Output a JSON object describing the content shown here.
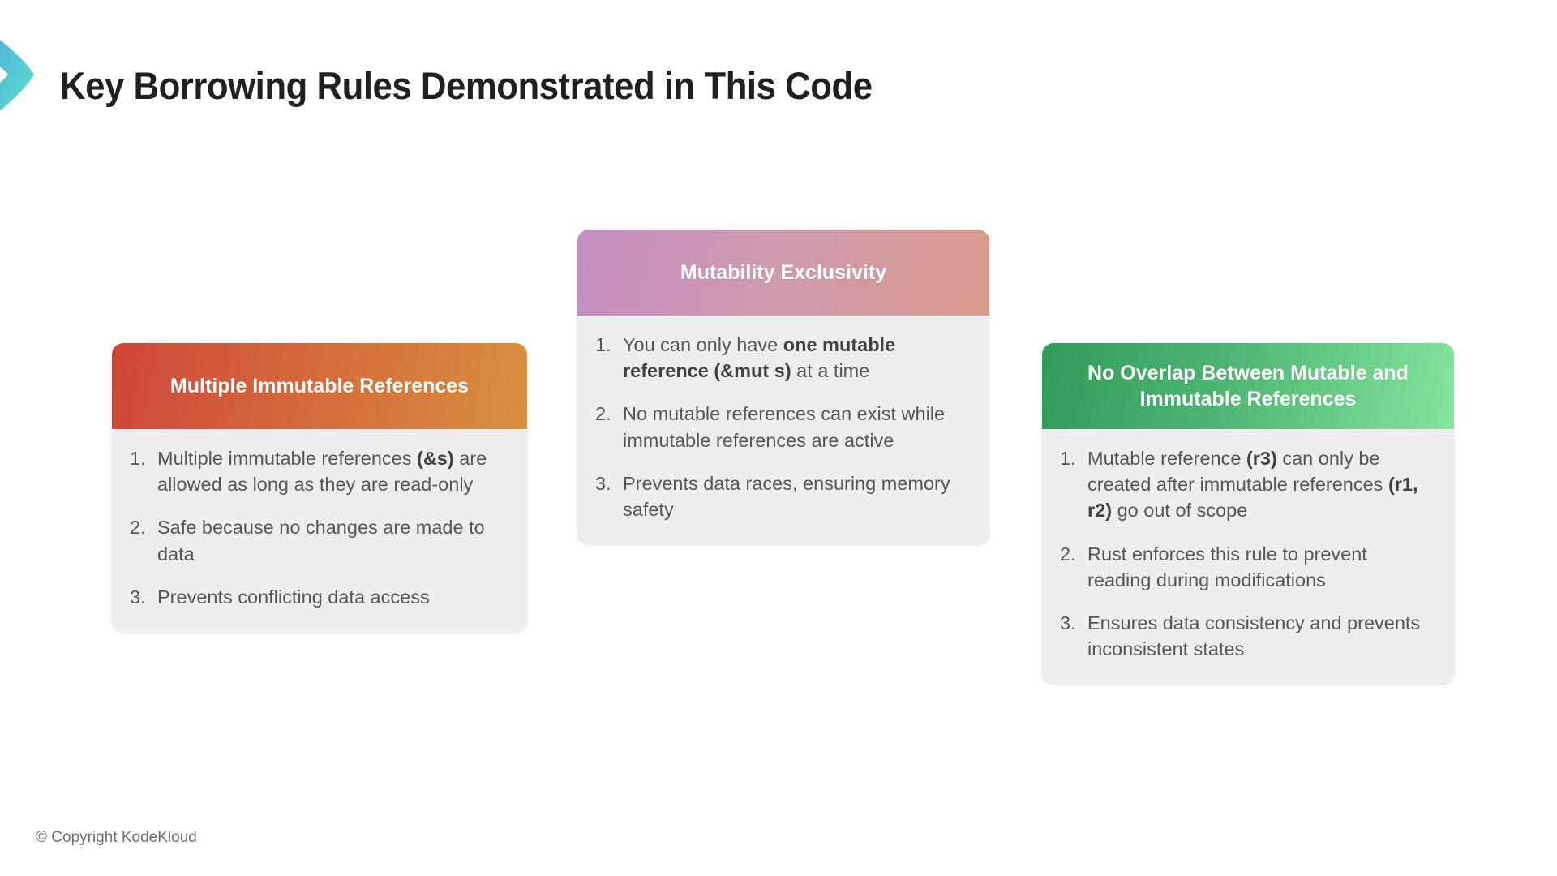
{
  "slide": {
    "title": "Key Borrowing Rules Demonstrated in This Code",
    "footer": "© Copyright KodeKloud",
    "background_color": "#ffffff",
    "logo_icon": "chevron-logo-icon",
    "logo_gradient_start": "#4fa8d8",
    "logo_gradient_end": "#5fded0"
  },
  "cards": [
    {
      "id": "immutable",
      "header": "Multiple Immutable References",
      "header_gradient_start": "#cf453b",
      "header_gradient_end": "#d9903f",
      "body_color": "#eeeeee",
      "items": [
        {
          "number": "1.",
          "parts": [
            {
              "text": "Multiple immutable references ",
              "bold": false
            },
            {
              "text": "(&s)",
              "bold": true
            },
            {
              "text": " are allowed as long as they are read-only",
              "bold": false
            }
          ]
        },
        {
          "number": "2.",
          "parts": [
            {
              "text": "Safe because no changes are made to data",
              "bold": false
            }
          ]
        },
        {
          "number": "3.",
          "parts": [
            {
              "text": "Prevents conflicting data access",
              "bold": false
            }
          ]
        }
      ]
    },
    {
      "id": "mutability",
      "header": "Mutability Exclusivity",
      "header_gradient_start": "#c58fc0",
      "header_gradient_end": "#d99b8b",
      "body_color": "#eeeeee",
      "items": [
        {
          "number": "1.",
          "parts": [
            {
              "text": "You can only have ",
              "bold": false
            },
            {
              "text": "one mutable reference (&mut s)",
              "bold": true
            },
            {
              "text": " at a time",
              "bold": false
            }
          ]
        },
        {
          "number": "2.",
          "parts": [
            {
              "text": "No mutable references can exist while immutable references are active",
              "bold": false
            }
          ]
        },
        {
          "number": "3.",
          "parts": [
            {
              "text": "Prevents data races, ensuring memory safety",
              "bold": false
            }
          ]
        }
      ]
    },
    {
      "id": "no-overlap",
      "header": "No Overlap Between Mutable and Immutable References",
      "header_gradient_start": "#2f9c57",
      "header_gradient_end": "#85e49e",
      "body_color": "#eeeeee",
      "items": [
        {
          "number": "1.",
          "parts": [
            {
              "text": "Mutable reference ",
              "bold": false
            },
            {
              "text": "(r3)",
              "bold": true
            },
            {
              "text": " can only be created after immutable references ",
              "bold": false
            },
            {
              "text": "(r1, r2)",
              "bold": true
            },
            {
              "text": " go out of scope",
              "bold": false
            }
          ]
        },
        {
          "number": "2.",
          "parts": [
            {
              "text": "Rust enforces this rule to prevent reading during modifications",
              "bold": false
            }
          ]
        },
        {
          "number": "3.",
          "parts": [
            {
              "text": "Ensures data consistency and prevents inconsistent states",
              "bold": false
            }
          ]
        }
      ]
    }
  ]
}
